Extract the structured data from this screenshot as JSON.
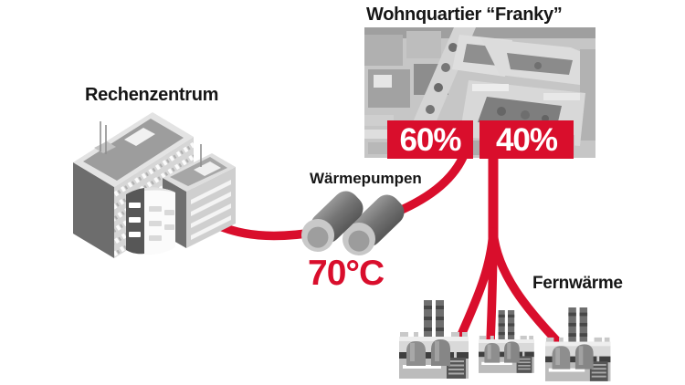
{
  "colors": {
    "red": "#d90e2c",
    "ink": "#161616"
  },
  "title": "Wohnquartier “Franky”",
  "nodes": {
    "datacenter_label": "Rechenzentrum",
    "heat_pumps_label": "Wärmepumpen",
    "supply_temperature": "70°C",
    "district_heating_label": "Fernwärme"
  },
  "heat_shares": {
    "from_datacenter_heat_pumps": "60%",
    "from_district_heating": "40%"
  },
  "flows": [
    {
      "from": "Rechenzentrum",
      "via": "Wärmepumpen",
      "to": "Wohnquartier “Franky”",
      "share": "60%",
      "temperature": "70°C"
    },
    {
      "from": "Fernwärme",
      "to": "Wohnquartier “Franky”",
      "share": "40%"
    }
  ]
}
